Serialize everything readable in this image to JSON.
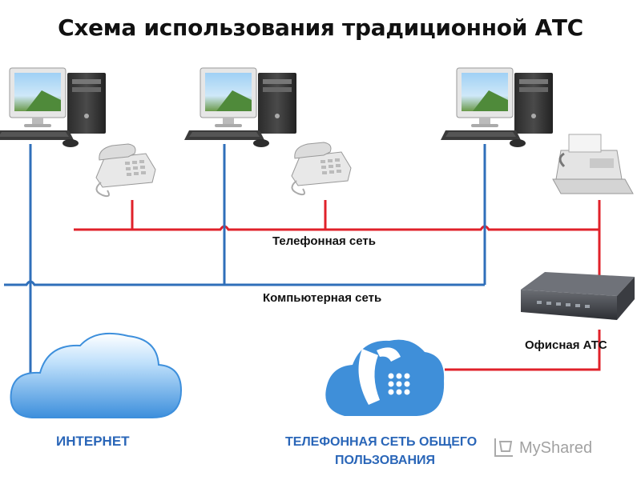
{
  "title": "Схема использования традиционной АТС",
  "labels": {
    "phone_network": "Телефонная сеть",
    "computer_network": "Компьютерная сеть",
    "office_pbx": "Офисная АТС",
    "internet": "ИНТЕРНЕТ",
    "pstn_line1": "ТЕЛЕФОННАЯ СЕТЬ ОБЩЕГО",
    "pstn_line2": "ПОЛЬЗОВАНИЯ",
    "watermark": "MyShared"
  },
  "colors": {
    "phone_line": "#e0212a",
    "computer_line": "#2f6fba",
    "cloud_blue": "#4a9be0",
    "text_blue": "#2a66b8"
  },
  "icons": [
    "computer-icon",
    "telephone-icon",
    "fax-icon",
    "pbx-device-icon",
    "cloud-icon",
    "pstn-cloud-icon"
  ]
}
